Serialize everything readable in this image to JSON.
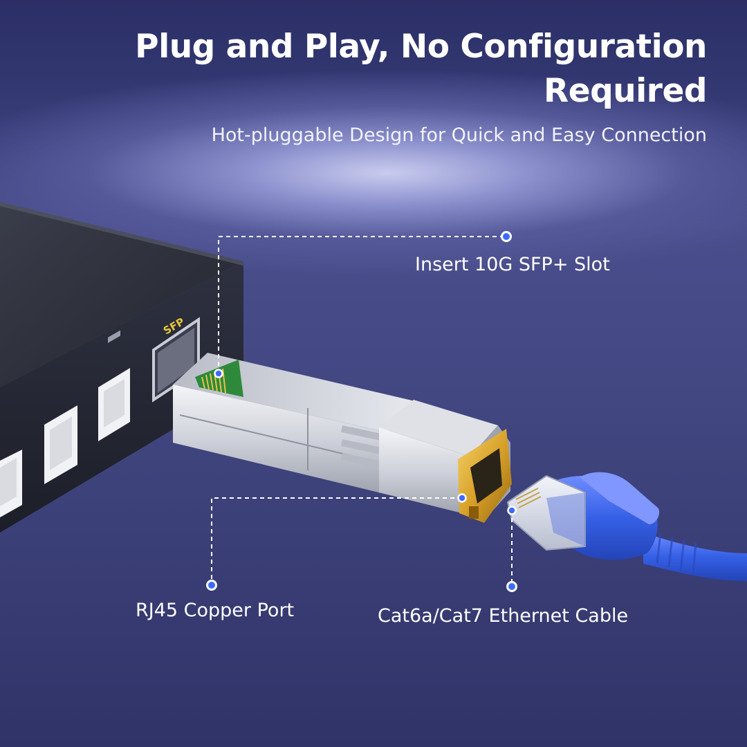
{
  "headline": "Plug and Play, No Configuration Required",
  "subheadline": "Hot-pluggable Design for Quick and Easy Connection",
  "switch_port_label": "SFP",
  "callouts": {
    "slot": "Insert 10G SFP+ Slot",
    "rj45": "RJ45 Copper Port",
    "cable": "Cat6a/Cat7 Ethernet Cable"
  },
  "colors": {
    "background": "#3c4078",
    "accent_dot": "#3d6bff",
    "cable_blue": "#3560e6",
    "gold": "#d8a22a",
    "port_label": "#e8c53a"
  }
}
